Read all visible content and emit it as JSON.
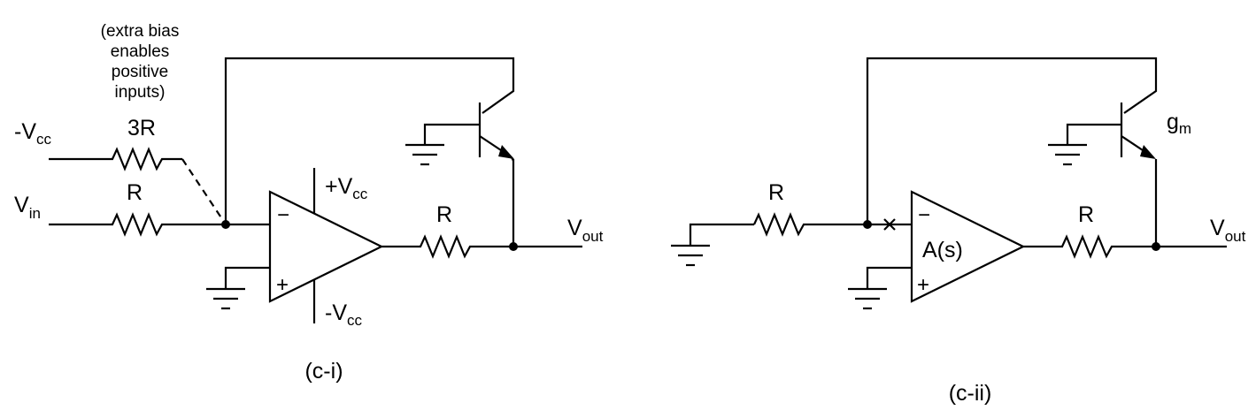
{
  "circuit_i": {
    "caption": "(c-i)",
    "note_lines": [
      "(extra bias",
      "enables",
      "positive",
      "inputs)"
    ],
    "neg_vcc_left": {
      "main": "-V",
      "sub": "cc"
    },
    "bias_resistor": "3R",
    "input_resistor": "R",
    "vin": {
      "main": "V",
      "sub": "in"
    },
    "opamp_minus": "−",
    "opamp_plus": "+",
    "pos_supply": {
      "main": "+V",
      "sub": "cc"
    },
    "neg_supply": {
      "main": "-V",
      "sub": "cc"
    },
    "output_resistor": "R",
    "vout": {
      "main": "V",
      "sub": "out"
    }
  },
  "circuit_ii": {
    "caption": "(c-ii)",
    "input_resistor": "R",
    "opamp_minus": "−",
    "opamp_plus": "+",
    "opamp_gain": "A(s)",
    "output_resistor": "R",
    "transistor_gain": {
      "main": "g",
      "sub": "m"
    },
    "vout": {
      "main": "V",
      "sub": "out"
    }
  },
  "colors": {
    "ink": "#000000",
    "background": "#ffffff"
  }
}
